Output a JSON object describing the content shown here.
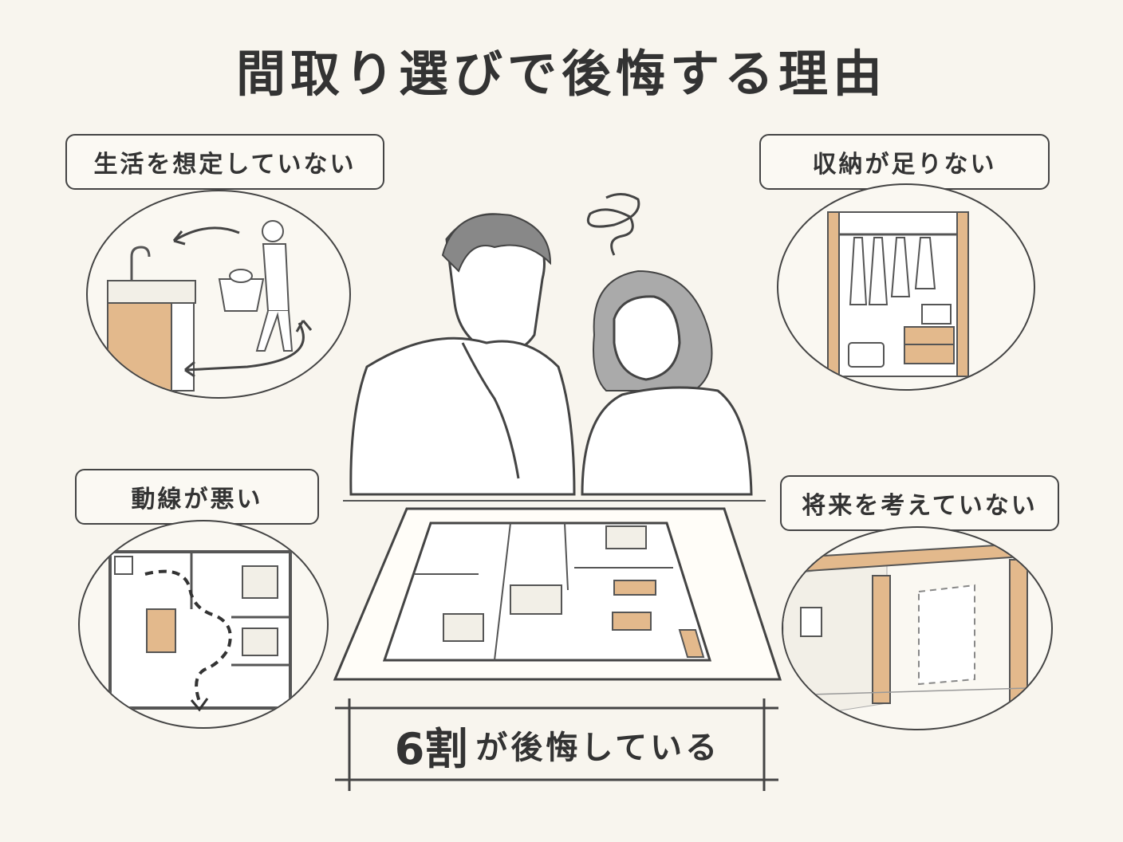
{
  "title": "間取り選びで後悔する理由",
  "reasons": [
    {
      "label": "生活を想定していない"
    },
    {
      "label": "収納が足りない"
    },
    {
      "label": "動線が悪い"
    },
    {
      "label": "将来を考えていない"
    }
  ],
  "summary": {
    "highlight": "6割",
    "text": "が後悔している"
  },
  "colors": {
    "background": "#f8f5ee",
    "wood": "#e3b98c",
    "line": "#444444"
  }
}
